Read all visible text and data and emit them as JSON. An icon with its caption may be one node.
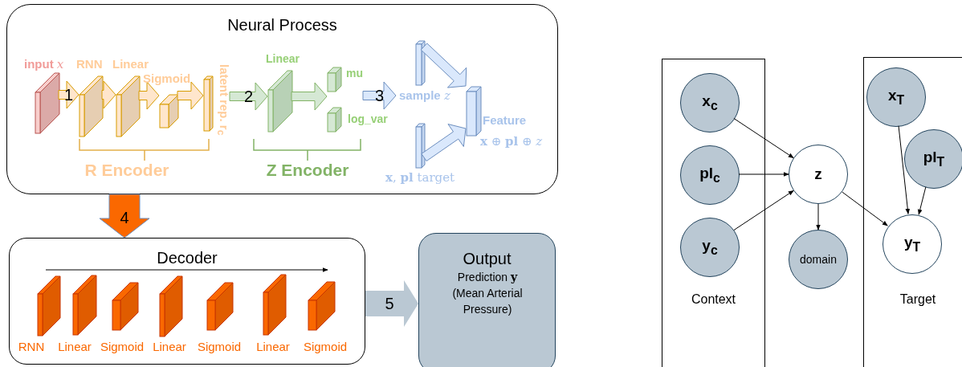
{
  "diagram": {
    "nodes": [
      {
        "text": [
          "Neural Process"
        ]
      },
      {
        "text": [],
        "shape": "box",
        "in": 0,
        "beside": [
          "input *x*"
        ]
      },
      {
        "text": [],
        "shape": "box",
        "in": 0,
        "beside": [
          "RNN"
        ]
      },
      {
        "text": [],
        "shape": "box",
        "in": 0,
        "beside": [
          "Linear"
        ]
      },
      {
        "text": [],
        "shape": "box",
        "in": 0,
        "beside": [
          "Sigmoid"
        ]
      },
      {
        "text": [],
        "shape": "bar",
        "in": 0,
        "beside": [
          "latent rep. r$_{c}$"
        ]
      },
      {
        "text": [],
        "shape": "box",
        "in": 0,
        "beside": [
          "Linear"
        ]
      },
      {
        "text": [],
        "shape": "box",
        "in": 0,
        "beside": [
          "mu"
        ]
      },
      {
        "text": [],
        "shape": "box",
        "in": 0,
        "beside": [
          "log_var"
        ]
      },
      {
        "text": [],
        "shape": "bar",
        "in": 0,
        "beside": [
          "sample *z*"
        ]
      },
      {
        "text": [],
        "shape": "bar",
        "in": 0,
        "beside": [
          "**x**, **pl** target"
        ]
      },
      {
        "text": [],
        "shape": "bar",
        "in": 0,
        "beside": [
          "Feature",
          "**x** ⊕ **pl** ⊕ *z*"
        ]
      },
      {
        "text": [
          "Decoder"
        ]
      },
      {
        "text": [],
        "shape": "box",
        "in": 12,
        "beside": [
          "RNN"
        ]
      },
      {
        "text": [],
        "shape": "box",
        "in": 12,
        "beside": [
          "Linear"
        ]
      },
      {
        "text": [],
        "shape": "box",
        "in": 12,
        "beside": [
          "Sigmoid"
        ]
      },
      {
        "text": [],
        "shape": "box",
        "in": 12,
        "beside": [
          "Linear"
        ]
      },
      {
        "text": [],
        "shape": "box",
        "in": 12,
        "beside": [
          "Sigmoid"
        ]
      },
      {
        "text": [],
        "shape": "box",
        "in": 12,
        "beside": [
          "Linear"
        ]
      },
      {
        "text": [],
        "shape": "box",
        "in": 12,
        "beside": [
          "Sigmoid"
        ]
      },
      {
        "text": [
          "Output",
          "Prediction **y** (Mean Arterial Pressure)"
        ]
      },
      {
        "text": [
          "Context"
        ]
      },
      {
        "text": [
          "x$_{c}$"
        ],
        "in": 21
      },
      {
        "text": [
          "pl$_{c}$"
        ],
        "in": 21
      },
      {
        "text": [
          "y$_{c}$"
        ],
        "in": 21
      },
      {
        "text": [
          "z"
        ]
      },
      {
        "text": [
          "domain"
        ]
      },
      {
        "text": [
          "Target"
        ]
      },
      {
        "text": [
          "x$_{T}$"
        ],
        "in": 27
      },
      {
        "text": [
          "pl$_{T}$"
        ],
        "in": 27
      },
      {
        "text": [
          "y$_{T}$"
        ],
        "in": 27
      }
    ],
    "edges": [
      {
        "from": 1,
        "to": 2,
        "arrow": "to",
        "label": "1",
        "style": "thick",
        "color": "#ffe6cc"
      },
      {
        "from": 2,
        "to": 3,
        "arrow": "to",
        "style": "thick",
        "color": "#ffe6cc"
      },
      {
        "from": 3,
        "to": 4,
        "arrow": "to",
        "style": "thick",
        "color": "#ffe6cc"
      },
      {
        "from": 4,
        "to": 5,
        "arrow": "to",
        "style": "thick",
        "color": "#ffe6cc"
      },
      {
        "from": 5,
        "to": 6,
        "arrow": "to",
        "label": "2",
        "style": "thick",
        "color": "#d5e8d4"
      },
      {
        "from": 6,
        "to": 7,
        "arrow": "to",
        "style": "thick",
        "color": "#d5e8d4"
      },
      {
        "from": 6,
        "to": 8,
        "arrow": "to",
        "style": "thick",
        "color": "#d5e8d4"
      },
      {
        "from": 7,
        "to": 9,
        "arrow": "to",
        "label": "3",
        "style": "thick",
        "color": "#dae8fc"
      },
      {
        "from": 8,
        "to": 9,
        "arrow": "to",
        "style": "thick",
        "color": "#dae8fc"
      },
      {
        "from": 9,
        "to": 11,
        "arrow": "to",
        "style": "thick",
        "color": "#dae8fc"
      },
      {
        "from": 10,
        "to": 11,
        "arrow": "to",
        "style": "thick",
        "color": "#dae8fc"
      },
      {
        "from": 0,
        "to": 12,
        "arrow": "to",
        "label": "4",
        "style": "thick",
        "color": "#fa6800"
      },
      {
        "from": 12,
        "to": 20,
        "arrow": "to",
        "label": "5",
        "style": "thick",
        "color": "#bac8d3"
      },
      {
        "from": 22,
        "to": 25,
        "arrow": "to"
      },
      {
        "from": 23,
        "to": 25,
        "arrow": "to"
      },
      {
        "from": 24,
        "to": 25,
        "arrow": "to"
      },
      {
        "from": 25,
        "to": 26,
        "arrow": "to"
      },
      {
        "from": 25,
        "to": 30,
        "arrow": "to"
      },
      {
        "from": 28,
        "to": 30,
        "arrow": "to"
      },
      {
        "from": 29,
        "to": 30,
        "arrow": "to"
      },
      {
        "from": 13,
        "to": 19,
        "arrow": "to"
      }
    ],
    "labels": [
      "R Encoder",
      "Z Encoder"
    ]
  }
}
